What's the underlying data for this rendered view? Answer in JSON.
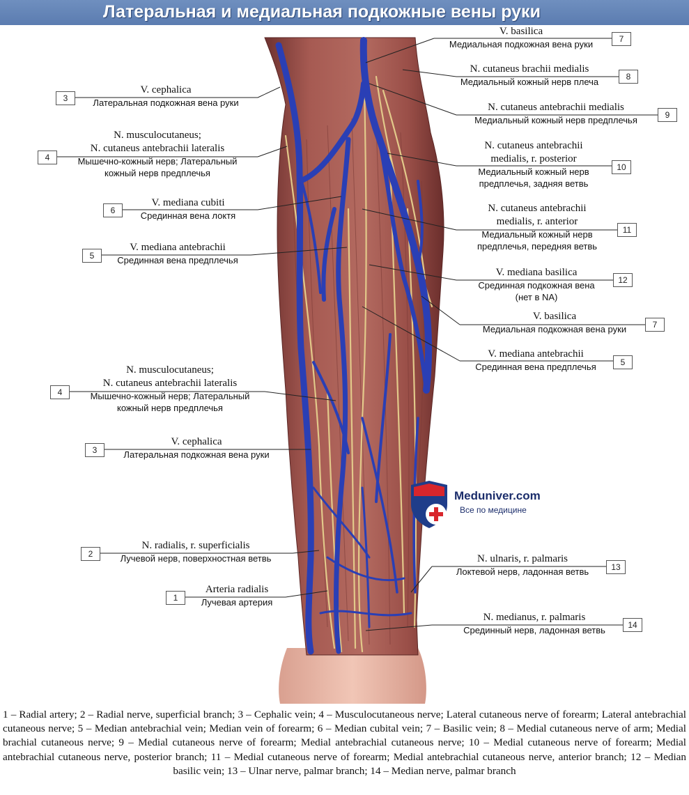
{
  "title": "Латеральная и медиальная подкожные вены руки",
  "labels": [
    {
      "num": "7",
      "la": "V. basilica",
      "ru": "Медиальная подкожная вена руки"
    },
    {
      "num": "8",
      "la": "N. cutaneus brachii medialis",
      "ru": "Медиальный кожный нерв плеча"
    },
    {
      "num": "9",
      "la": "N. cutaneus antebrachii medialis",
      "ru": "Медиальный кожный нерв предплечья"
    },
    {
      "num": "10",
      "la": "N. cutaneus antebrachii\nmedialis, r. posterior",
      "ru": "Медиальный кожный нерв\nпредплечья, задняя ветвь"
    },
    {
      "num": "11",
      "la": "N. cutaneus antebrachii\nmedialis, r. anterior",
      "ru": "Медиальный кожный нерв\nпредплечья, передняя ветвь"
    },
    {
      "num": "12",
      "la": "V. mediana basilica",
      "ru": "Срединная подкожная вена\n(нет в NA)"
    },
    {
      "num": "7",
      "la": "V. basilica",
      "ru": "Медиальная подкожная вена руки"
    },
    {
      "num": "5",
      "la": "V. mediana antebrachii",
      "ru": "Срединная вена предплечья"
    },
    {
      "num": "13",
      "la": "N. ulnaris, r. palmaris",
      "ru": "Локтевой нерв, ладонная ветвь"
    },
    {
      "num": "14",
      "la": "N. medianus, r. palmaris",
      "ru": "Срединный нерв, ладонная ветвь"
    },
    {
      "num": "3",
      "la": "V. cephalica",
      "ru": "Латеральная подкожная вена руки"
    },
    {
      "num": "4",
      "la": "N. musculocutaneus;\nN. cutaneus antebrachii lateralis",
      "ru": "Мышечно-кожный нерв; Латеральный\nкожный нерв предплечья"
    },
    {
      "num": "6",
      "la": "V. mediana cubiti",
      "ru": "Срединная вена локтя"
    },
    {
      "num": "5",
      "la": "V. mediana antebrachii",
      "ru": "Срединная вена предплечья"
    },
    {
      "num": "4",
      "la": "N. musculocutaneus;\nN. cutaneus antebrachii lateralis",
      "ru": "Мышечно-кожный нерв; Латеральный\nкожный нерв предплечья"
    },
    {
      "num": "3",
      "la": "V. cephalica",
      "ru": "Латеральная подкожная вена руки"
    },
    {
      "num": "2",
      "la": "N. radialis, r. superficialis",
      "ru": "Лучевой нерв, поверхностная ветвь"
    },
    {
      "num": "1",
      "la": "Arteria radialis",
      "ru": "Лучевая артерия"
    }
  ],
  "logo": {
    "name": "Meduniver.com",
    "tagline": "Все по медицине"
  },
  "caption": "1 – Radial artery; 2 – Radial nerve, superficial branch; 3 – Cephalic vein; 4 – Musculocutaneous nerve; Lateral cutaneous nerve of forearm; Lateral antebrachial cutaneous nerve; 5 – Median antebrachial vein; Median vein of forearm; 6 – Median cubital vein; 7 – Basilic vein; 8 – Medial cutaneous nerve of arm; Medial brachial cutaneous nerve; 9 – Medial cutaneous nerve of forearm; Medial antebrachial cutaneous nerve; 10 – Medial cutaneous nerve of forearm; Medial antebrachial cutaneous nerve, posterior branch; 11 – Medial cutaneous nerve of forearm; Medial antebrachial cutaneous nerve, anterior branch; 12 – Median basilic vein; 13 – Ulnar nerve, palmar branch; 14 – Median nerve, palmar branch",
  "colors": {
    "vein": "#2a3fb5",
    "nerve": "#e2c98a",
    "muscle": "#9a5048",
    "title_bar": "#6383b6"
  }
}
